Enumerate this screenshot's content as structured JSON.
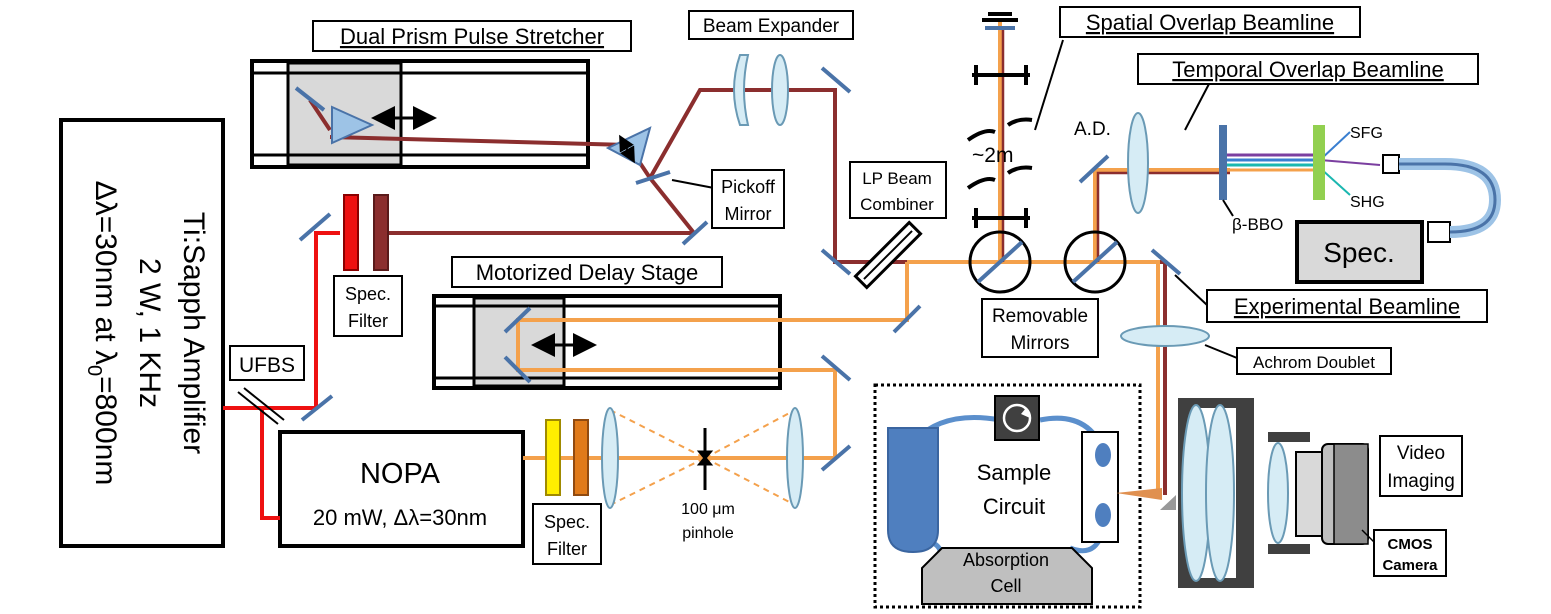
{
  "laser": {
    "name": "Ti:Sapph Amplifier",
    "power": "2 W, 1 KHz",
    "bandwidth_prefix": "Δλ=30nm at λ",
    "bandwidth_sub": "0",
    "bandwidth_suffix": "=800nm"
  },
  "nopa": {
    "title": "NOPA",
    "spec": "20 mW, Δλ=30nm"
  },
  "ufbs": "UFBS",
  "spec_filter": {
    "line1": "Spec.",
    "line2": "Filter"
  },
  "pulse_stretcher": "Dual Prism Pulse Stretcher",
  "beam_expander": "Beam Expander",
  "pickoff_mirror": {
    "line1": "Pickoff",
    "line2": "Mirror"
  },
  "lp_combiner": {
    "line1": "LP Beam",
    "line2": "Combiner"
  },
  "delay_stage": "Motorized Delay Stage",
  "pinhole": {
    "line1": "100 μm",
    "line2": "pinhole"
  },
  "spatial_overlap": "Spatial Overlap Beamline",
  "temporal_overlap": "Temporal Overlap Beamline",
  "distance": "~2m",
  "ad": "A.D.",
  "sfg": "SFG",
  "shg": "SHG",
  "bbo": "β-BBO",
  "spec_box": "Spec.",
  "removable_mirrors": {
    "line1": "Removable",
    "line2": "Mirrors"
  },
  "experimental_beamline": "Experimental Beamline",
  "achrom_doublet": "Achrom Doublet",
  "sample_circuit": {
    "line1": "Sample",
    "line2": "Circuit"
  },
  "absorption_cell": {
    "line1": "Absorption",
    "line2": "Cell"
  },
  "video_imaging": {
    "line1": "Video",
    "line2": "Imaging"
  },
  "cmos_camera": {
    "line1": "CMOS",
    "line2": "Camera"
  },
  "colors": {
    "red_beam": "#ee1111",
    "maroon_beam": "#8b2e2e",
    "orange_beam": "#f4a14c",
    "mirror": "#4a73a8",
    "optic_fill": "#d6ecf5",
    "stage_fill": "#d9d9d9",
    "tube": "#5b8fcc"
  }
}
